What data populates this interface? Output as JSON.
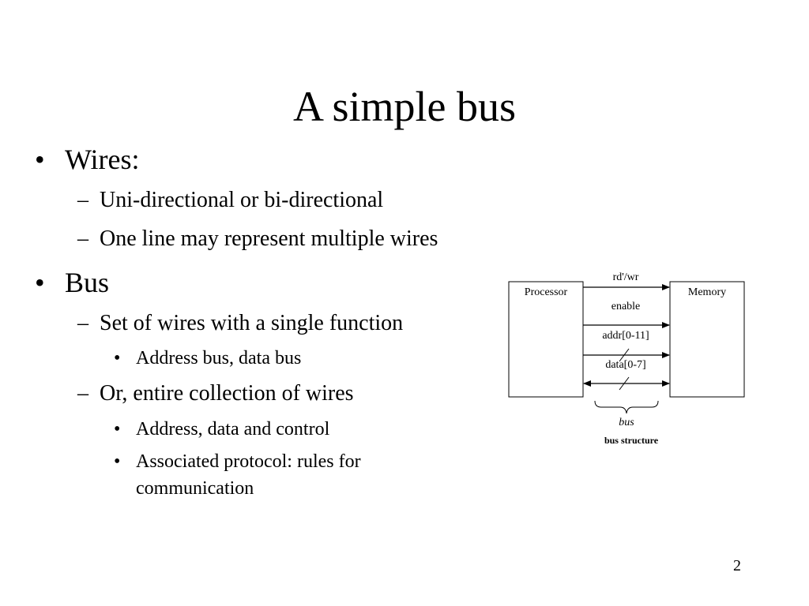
{
  "slide": {
    "title": "A simple bus",
    "page_number": "2"
  },
  "bullets": {
    "wires": {
      "label": "Wires:",
      "sub": [
        "Uni-directional or bi-directional",
        "One line may represent multiple wires"
      ]
    },
    "bus": {
      "label": "Bus",
      "set_of_wires": "Set of wires with a single function",
      "set_examples": "Address bus, data bus",
      "entire_collection": "Or, entire collection of wires",
      "collection_items": [
        "Address, data and control",
        "Associated protocol: rules for communication"
      ]
    }
  },
  "diagram": {
    "processor_label": "Processor",
    "memory_label": "Memory",
    "signals": [
      "rd'/wr",
      "enable",
      "addr[0-11]",
      "data[0-7]"
    ],
    "bus_label": "bus",
    "caption": "bus structure"
  }
}
